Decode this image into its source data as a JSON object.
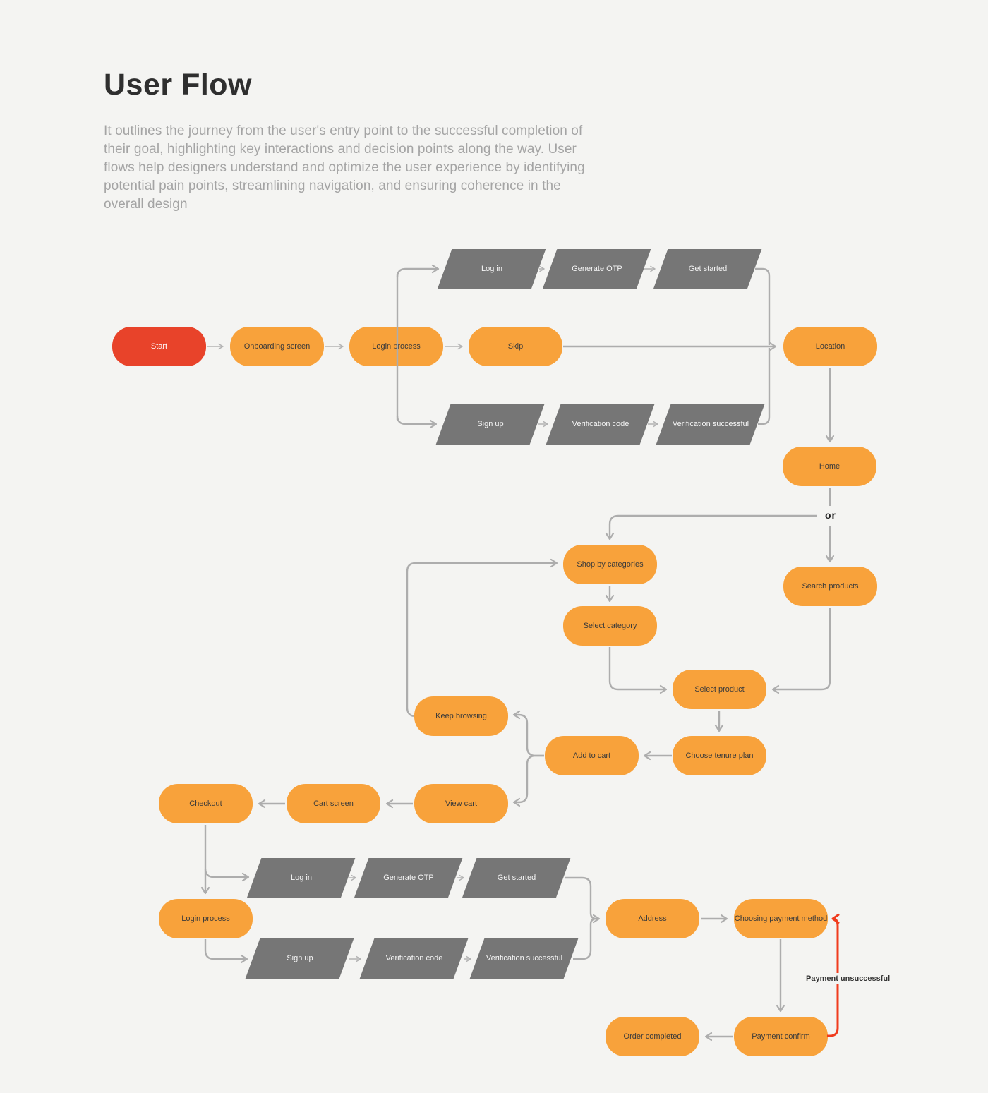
{
  "page": {
    "title": "User Flow",
    "description": "It outlines the journey from the user's entry point to the successful completion of their goal, highlighting key interactions and decision points along the way. User flows help designers understand and optimize the user experience by identifying potential pain points, streamlining navigation, and ensuring coherence in the overall design"
  },
  "colors": {
    "background": "#F4F4F2",
    "node_orange": "#F8A23B",
    "start_red": "#E8432A",
    "parallelogram_gray": "#767676",
    "connector_gray": "#ADADAD",
    "error_red": "#F03C1E",
    "node_text": "#3A3A3A",
    "parallelogram_text": "#F5F5F5"
  },
  "flow": {
    "connector_labels": {
      "or": "or",
      "payment_unsuccessful": "Payment unsuccessful"
    },
    "nodes": {
      "start": "Start",
      "onboarding_screen": "Onboarding screen",
      "login_process": "Login process",
      "skip": "Skip",
      "log_in": "Log in",
      "generate_otp": "Generate OTP",
      "get_started": "Get started",
      "sign_up": "Sign up",
      "verification_code": "Verification code",
      "verification_successful": "Verification successful",
      "location": "Location",
      "home": "Home",
      "shop_by_categories": "Shop by categories",
      "search_products": "Search products",
      "select_category": "Select category",
      "select_product": "Select product",
      "keep_browsing": "Keep browsing",
      "add_to_cart": "Add to cart",
      "choose_tenure_plan": "Choose tenure plan",
      "view_cart": "View cart",
      "cart_screen": "Cart screen",
      "checkout": "Checkout",
      "login_process_2": "Login process",
      "log_in_2": "Log in",
      "generate_otp_2": "Generate OTP",
      "get_started_2": "Get started",
      "sign_up_2": "Sign up",
      "verification_code_2": "Verification code",
      "verification_successful_2": "Verification successful",
      "address": "Address",
      "choosing_payment_method": "Choosing payment method",
      "payment_confirm": "Payment confirm",
      "order_completed": "Order completed"
    }
  }
}
